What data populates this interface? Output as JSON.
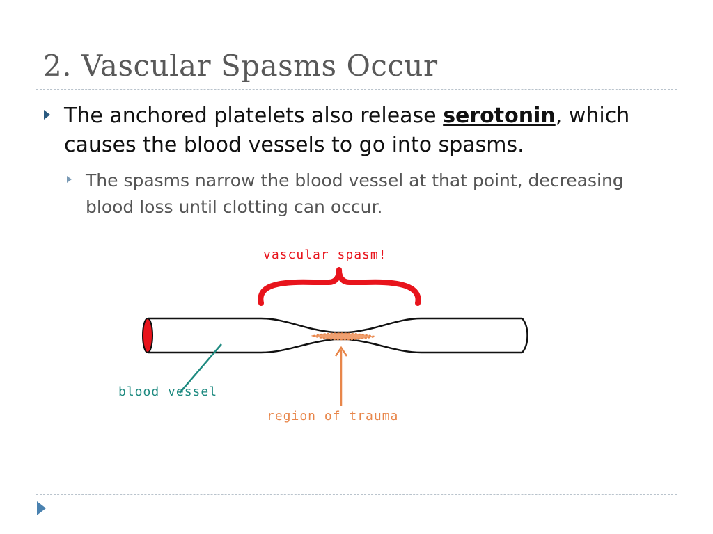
{
  "slide": {
    "title": "2. Vascular Spasms Occur",
    "bullet1": {
      "before": "The anchored platelets also release ",
      "bold": "serotonin",
      "after": ", which causes the blood vessels to go into spasms."
    },
    "bullet2": "The spasms narrow the blood vessel at that point, decreasing blood loss until clotting can occur."
  },
  "diagram": {
    "label_spasm": "vascular spasm!",
    "label_vessel": "blood vessel",
    "label_trauma": "region of trauma",
    "colors": {
      "spasm": "#e8141c",
      "vessel_label": "#1e8a80",
      "trauma": "#e8864a",
      "vessel_outline": "#111111"
    }
  },
  "nav": {
    "icon": "next-slide-arrow-icon"
  }
}
